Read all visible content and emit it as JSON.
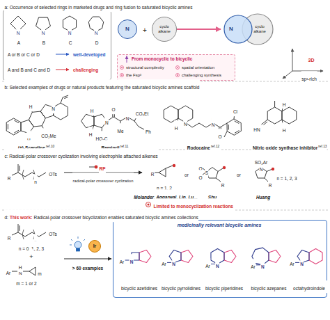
{
  "diagram": {
    "nodes": [
      {
        "text": [
          "A",
          "B",
          "C",
          "D",
          "A or B or C or D",
          "well-developed",
          "A and B and C and D",
          "challenging"
        ]
      },
      {
        "text": [
          "N"
        ]
      },
      {
        "text": [
          "cyclo alkane"
        ]
      },
      {
        "text": [
          "N",
          "cyclo alkane"
        ]
      },
      {
        "text": [
          "From monocyclic to bicyclic",
          "structural complexity",
          "spatial orientation",
          "the Fsp³",
          "challenging synthesis"
        ]
      },
      {
        "text": [
          "Ir"
        ]
      },
      {
        "text": [
          "medicinally relevant bicyclic amines"
        ]
      }
    ],
    "edges": [
      {
        "from": 2,
        "to": 3,
        "arrow": "to"
      }
    ],
    "labels": [
      "a: Occurrence of selected rings in marketed drugs and ring fusion to saturated bicyclic amines",
      "N",
      "N",
      "N",
      "N",
      "+",
      "3D",
      "sp³-rich",
      "b: Selected examples of drugs or natural products featuring the saturated bicyclic amines scaffold",
      "N",
      "H",
      "N",
      "H",
      "CO₂Me",
      "(+)-Scandine",
      "ref.10",
      "H",
      "H",
      "N",
      "O",
      "Me",
      "H",
      "N",
      "CO₂Et",
      "HO₂C",
      "Ph",
      "Ramipril",
      "ref.11",
      "H",
      "N",
      "H",
      "N",
      "O",
      "Cl",
      "Rodocaine",
      "ref.12",
      "HN",
      "H",
      "H",
      "Nitric oxide synthase inhibitor",
      "ref.13",
      "c: Radical-polar crossover cyclization involving electrophile attached alkenes",
      "R",
      "n",
      "OTs",
      "RP",
      "radical-polar crossover cyclization",
      "R",
      "n = 1, 2",
      "or",
      "R",
      "S",
      "O",
      "O",
      "or",
      "R",
      "N",
      "SO₂Ar",
      "n = 1, 2, 3",
      "Molander, Aggarwal, Lin, Lu...",
      "Shu",
      "Huang",
      "Limited to monocyclization reactions",
      "d:",
      "This work:",
      "Radical-polar crossover bicyclization enables saturated bicyclic amines collections",
      "R",
      "n",
      "OTs",
      "n = 0, 1, 2, 3",
      "+",
      "Ar",
      "N",
      "H",
      "m",
      "m = 1 or 2",
      "> 60 examples",
      "Ar",
      "N",
      "bicyclic azetidines",
      "Ar",
      "N",
      "bicyclic pyrrolidines",
      "Ar",
      "N",
      "bicyclic piperidines",
      "Ar",
      "N",
      "bicyclic azepanes",
      "Ar",
      "N",
      "octahydroindole"
    ]
  }
}
